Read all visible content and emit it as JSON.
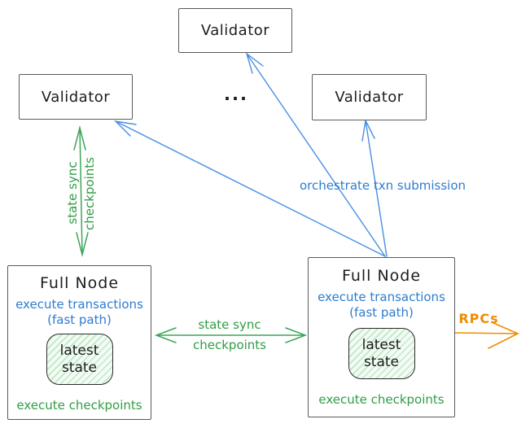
{
  "colors": {
    "black": "#1d1d1d",
    "blue_text": "#2e7cd0",
    "blue_arrow": "#4a8fe2",
    "green_text": "#2f9e44",
    "green_arrow": "#3da55a",
    "orange": "#f08c00",
    "box_border": "#5a5a5a",
    "state_box_fill_stripe": "#bfe8c6"
  },
  "validators": {
    "top_label": "Validator",
    "left_label": "Validator",
    "right_label": "Validator"
  },
  "ellipsis": "...",
  "full_node_left": {
    "title": "Full Node",
    "exec_line1": "execute transactions",
    "exec_line2": "(fast path)",
    "state_line1": "latest",
    "state_line2": "state",
    "footer": "execute checkpoints"
  },
  "full_node_right": {
    "title": "Full Node",
    "exec_line1": "execute transactions",
    "exec_line2": "(fast path)",
    "state_line1": "latest",
    "state_line2": "state",
    "footer": "execute checkpoints"
  },
  "edge_labels": {
    "left_sync_line1": "state sync",
    "left_sync_line2": "checkpoints",
    "mid_sync_line1": "state sync",
    "mid_sync_line2": "checkpoints",
    "orchestrate": "orchestrate txn submission",
    "rpcs": "RPCs"
  }
}
